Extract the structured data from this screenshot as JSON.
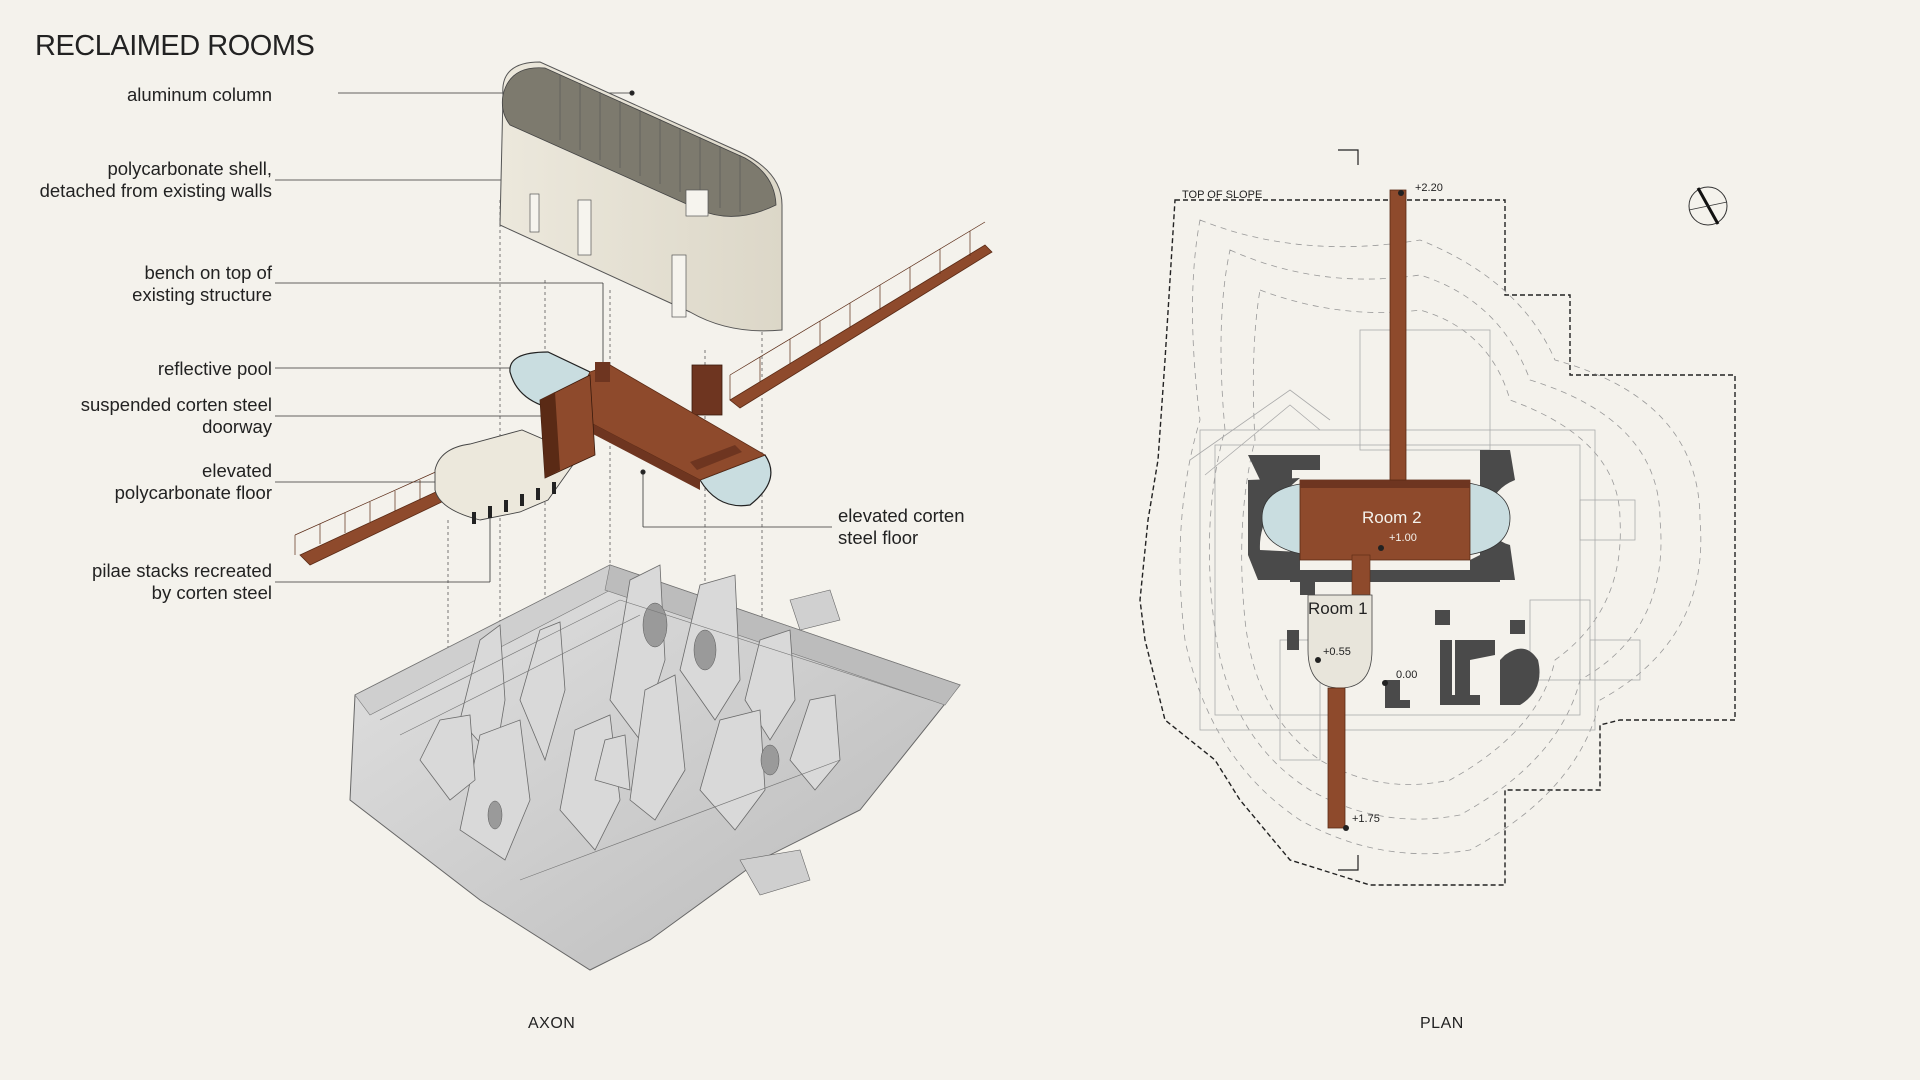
{
  "title": "RECLAIMED ROOMS",
  "axon_labels": [
    {
      "id": "aluminum-column",
      "lines": [
        "aluminum column"
      ]
    },
    {
      "id": "polycarbonate-shell",
      "lines": [
        "polycarbonate shell,",
        "detached from existing walls"
      ]
    },
    {
      "id": "bench",
      "lines": [
        "bench on top of",
        "existing structure"
      ]
    },
    {
      "id": "reflective-pool",
      "lines": [
        "reflective pool"
      ]
    },
    {
      "id": "doorway",
      "lines": [
        "suspended corten steel",
        "doorway"
      ]
    },
    {
      "id": "polycarbonate-floor",
      "lines": [
        "elevated",
        "polycarbonate floor"
      ]
    },
    {
      "id": "pilae-stacks",
      "lines": [
        "pilae stacks recreated",
        "by corten steel"
      ]
    }
  ],
  "axon_label_right": {
    "lines": [
      "elevated corten",
      "steel floor"
    ]
  },
  "captions": {
    "axon": "AXON",
    "plan": "PLAN"
  },
  "plan": {
    "top_of_slope": "TOP OF SLOPE",
    "room1": "Room 1",
    "room2": "Room 2",
    "levels": {
      "top": "+2.20",
      "room2": "+1.00",
      "room1": "+0.55",
      "ground": "0.00",
      "bottom": "+1.75"
    }
  },
  "colors": {
    "background": "#f4f2ec",
    "corten": "#8e4a2c",
    "corten_dark": "#6e3520",
    "pool": "#c9dde0",
    "ruin": "#4a4a4a",
    "shell": "#ece8dc"
  }
}
